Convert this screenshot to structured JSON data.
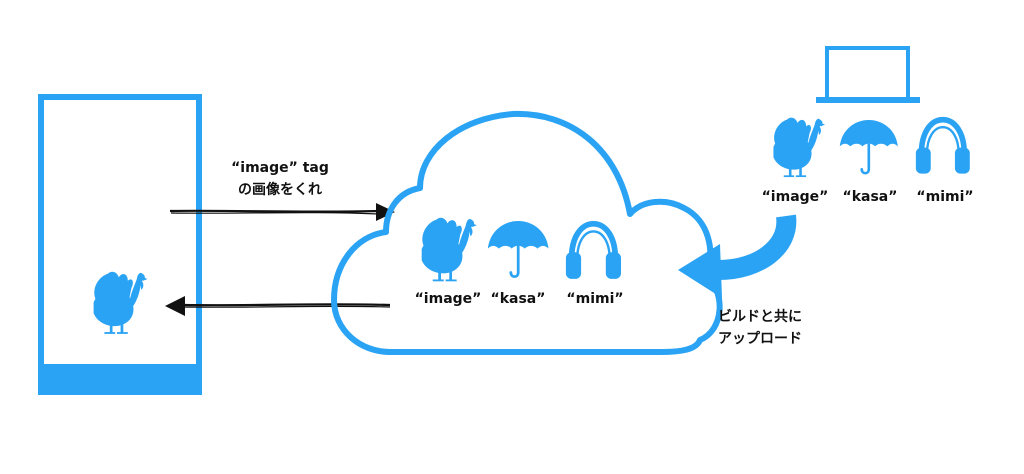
{
  "colors": {
    "accent": "#2aa3f4",
    "ink": "#111111",
    "background": "#ffffff"
  },
  "phone": {
    "icon": "turkey-icon"
  },
  "request_arrow": {
    "line1": "“image” tag",
    "line2": "の画像をくれ"
  },
  "cloud": {
    "items": [
      {
        "icon": "turkey-icon",
        "label": "“image”"
      },
      {
        "icon": "umbrella-icon",
        "label": "“kasa”"
      },
      {
        "icon": "headphones-icon",
        "label": "“mimi”"
      }
    ]
  },
  "laptop": {
    "items": [
      {
        "icon": "turkey-icon",
        "label": "“image”"
      },
      {
        "icon": "umbrella-icon",
        "label": "“kasa”"
      },
      {
        "icon": "headphones-icon",
        "label": "“mimi”"
      }
    ]
  },
  "upload_arrow": {
    "line1": "ビルドと共に",
    "line2": "アップロード"
  }
}
